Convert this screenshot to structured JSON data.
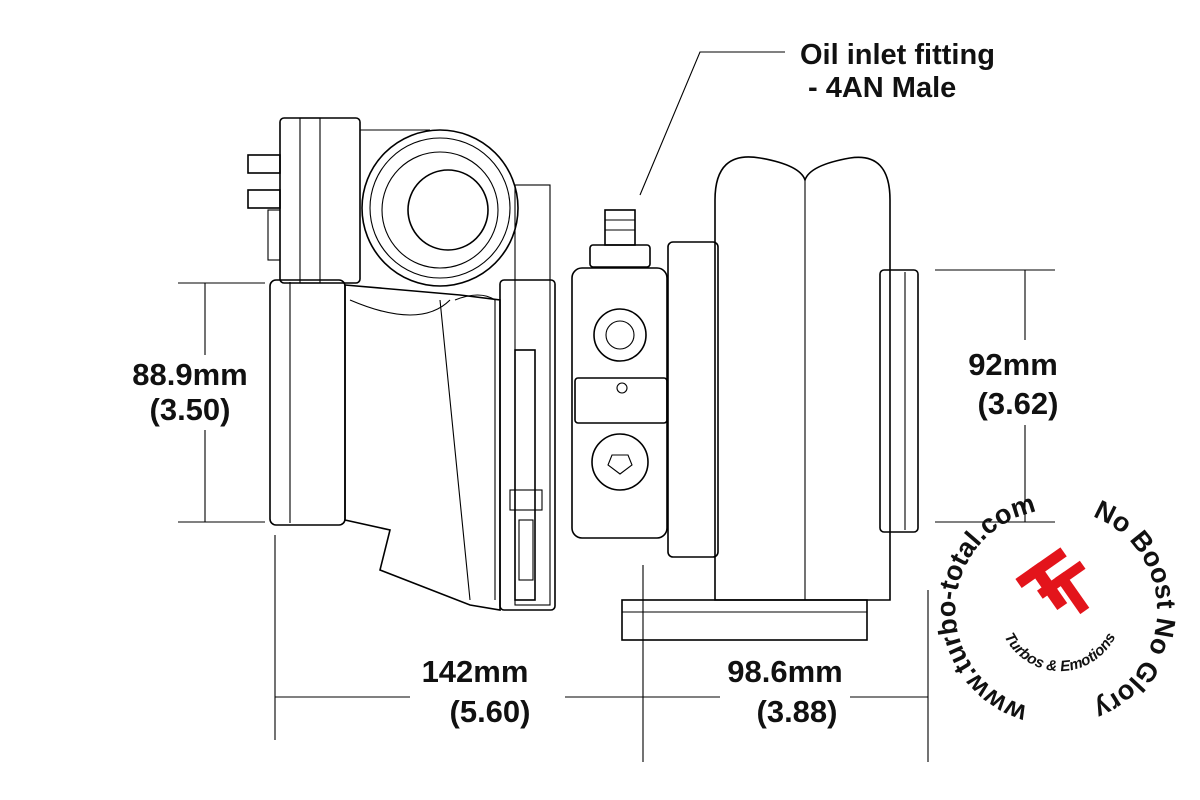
{
  "callout": {
    "title": "Oil inlet fitting",
    "detail": "- 4AN Male"
  },
  "dimensions": {
    "compressor_inlet": {
      "mm": "88.9mm",
      "inch": "(3.50)"
    },
    "turbine_outlet": {
      "mm": "92mm",
      "inch": "(3.62)"
    },
    "compressor_length": {
      "mm": "142mm",
      "inch": "(5.60)"
    },
    "turbine_length": {
      "mm": "98.6mm",
      "inch": "(3.88)"
    }
  },
  "watermark": {
    "url": "www.turbo-total.com",
    "slogan": "No Boost No Glory",
    "tagline": "Turbos & Emotions",
    "accent": "#e3141b"
  }
}
